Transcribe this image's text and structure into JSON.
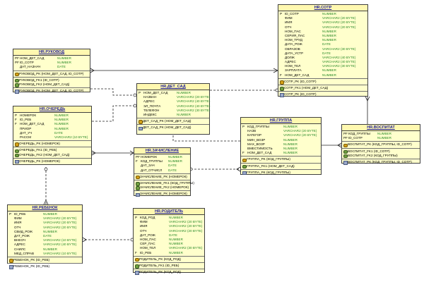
{
  "tables": {
    "hr_sotr": {
      "name": "HR.СОТР",
      "columns": [
        {
          "key": "P",
          "name": "ID_СОТР",
          "type": "NUMBER"
        },
        {
          "key": "",
          "name": "ФИМ",
          "type": "VARCHAR2 (20 BYTE)"
        },
        {
          "key": "",
          "name": "ИМЯ",
          "type": "VARCHAR2 (20 BYTE)"
        },
        {
          "key": "",
          "name": "ОТЧ",
          "type": "VARCHAR2 (20 BYTE)"
        },
        {
          "key": "",
          "name": "НОМ_ПАС",
          "type": "NUMBER"
        },
        {
          "key": "",
          "name": "СЕРИЯ_ПАС",
          "type": "NUMBER"
        },
        {
          "key": "",
          "name": "НОМ_ТРУД",
          "type": "NUMBER"
        },
        {
          "key": "",
          "name": "ДАТА_РОЖ",
          "type": "DATE"
        },
        {
          "key": "",
          "name": "ОБРАЗОВ",
          "type": "VARCHAR2 (30 BYTE)"
        },
        {
          "key": "",
          "name": "ДАТА_УСТР",
          "type": "DATE"
        },
        {
          "key": "",
          "name": "ДОЛЖ",
          "type": "VARCHAR2 (40 BYTE)"
        },
        {
          "key": "",
          "name": "АДРЕС",
          "type": "VARCHAR2 (40 BYTE)"
        },
        {
          "key": "",
          "name": "НОМ_ТЕЛ",
          "type": "VARCHAR2 (30 BYTE)"
        },
        {
          "key": "",
          "name": "ЗАРПЛАТА",
          "type": "NUMBER"
        },
        {
          "key": "F",
          "name": "НОМ_ДЕТ_САД",
          "type": "NUMBER"
        }
      ],
      "pk": [
        "СОТР_PK (ID_СОТР)"
      ],
      "fk": [
        "СОТР_FK1 (НОМ_ДЕТ_САД)"
      ],
      "ix": [
        "СОТР_PK (ID_СОТР)"
      ]
    },
    "hr_rukovod": {
      "name": "HR.РУКОВОД",
      "columns": [
        {
          "key": "PF",
          "name": "НОМ_ДЕТ_САД",
          "type": "NUMBER"
        },
        {
          "key": "PF",
          "name": "ID_СОТР",
          "type": "NUMBER"
        },
        {
          "key": "",
          "name": "ДАТ_НАЗНАЧ",
          "type": "DATE"
        }
      ],
      "pk": [
        "РУКОВОД_PK (НОМ_ДЕТ_САД, ID_СОТР)"
      ],
      "fk": [
        "РУКОВОД_FK1 (ID_СОТР)",
        "РУКОВОД_FK2 (НОМ_ДЕТ_САД)"
      ],
      "ix": [
        "РУКОВОД_PK (НОМ_ДЕТ_САД, ID_СОТР)"
      ]
    },
    "hr_det_sad": {
      "name": "HR.ДЕТ_САД",
      "columns": [
        {
          "key": "P",
          "name": "НОМ_ДЕТ_САД",
          "type": "NUMBER"
        },
        {
          "key": "",
          "name": "НАЗВАН",
          "type": "VARCHAR2 (20 BYTE)"
        },
        {
          "key": "",
          "name": "АДРЕС",
          "type": "VARCHAR2 (40 BYTE)"
        },
        {
          "key": "",
          "name": "ЭЛ_ПОЧТА",
          "type": "VARCHAR2 (40 BYTE)"
        },
        {
          "key": "",
          "name": "ТЕЛЕФОН",
          "type": "VARCHAR2 (30 BYTE)"
        },
        {
          "key": "",
          "name": "ИНДЕКС",
          "type": "NUMBER"
        }
      ],
      "pk": [
        "ДЕТ_САД_PK (НОМ_ДЕТ_САД)"
      ],
      "fk": [],
      "ix": [
        "ДЕТ_САД_PK (НОМ_ДЕТ_САД)"
      ]
    },
    "hr_ochered": {
      "name": "HR.ОЧЕРЕДЬ",
      "columns": [
        {
          "key": "P",
          "name": "НОМЕРОК",
          "type": "NUMBER"
        },
        {
          "key": "F",
          "name": "ID_РЕБ",
          "type": "NUMBER"
        },
        {
          "key": "F",
          "name": "НОМ_ДЕТ_САД",
          "type": "NUMBER"
        },
        {
          "key": "",
          "name": "ПРИОР",
          "type": "NUMBER"
        },
        {
          "key": "",
          "name": "ДАТ_УЧ",
          "type": "DATE"
        },
        {
          "key": "",
          "name": "РАССМ",
          "type": "VARCHAR2 (10 BYTE)"
        }
      ],
      "pk": [
        "ОЧЕРЕДЬ_PK (НОМЕРОК)"
      ],
      "fk": [
        "ОЧЕРЕДЬ_FK1 (ID_РЕБ)",
        "ОЧЕРЕДЬ_FK2 (НОМ_ДЕТ_САД)"
      ],
      "ix": [
        "ОЧЕРЕДЬ_PK (НОМЕРОК)"
      ]
    },
    "hr_zachislenie": {
      "name": "HR.ЗАЧИСЛЕНИЕ",
      "columns": [
        {
          "key": "PF",
          "name": "НОМЕРОК",
          "type": "NUMBER"
        },
        {
          "key": "F",
          "name": "КОД_ГРУППЫ",
          "type": "NUMBER"
        },
        {
          "key": "",
          "name": "ДАТ_ЗАЧ",
          "type": "DATE"
        },
        {
          "key": "",
          "name": "ДАТ_ОТЧИСЛ",
          "type": "DATE"
        }
      ],
      "pk": [
        "ЗАЧИСЛЕНИЕ_PK (НОМЕРОК)"
      ],
      "fk": [
        "ЗАЧИСЛЕНИЕ_FK1 (КОД_ГРУППЫ)",
        "ЗАЧИСЛЕНИЕ_FK2 (НОМЕРОК)"
      ],
      "ix": [
        "ЗАЧИСЛЕНИЕ_PK (НОМЕРОК)"
      ]
    },
    "hr_gruppa": {
      "name": "HR.ГРУППА",
      "columns": [
        {
          "key": "P",
          "name": "КОД_ГРУППЫ",
          "type": "NUMBER"
        },
        {
          "key": "",
          "name": "НАЗВ",
          "type": "VARCHAR2 (20 BYTE)"
        },
        {
          "key": "",
          "name": "КАТЕГОР",
          "type": "VARCHAR2 (20 BYTE)"
        },
        {
          "key": "",
          "name": "МИН_ВОЗР",
          "type": "NUMBER"
        },
        {
          "key": "",
          "name": "МАХ_ВОЗР",
          "type": "NUMBER"
        },
        {
          "key": "",
          "name": "ВМЕСТИМОСТЬ",
          "type": "NUMBER"
        },
        {
          "key": "F",
          "name": "НОМ_ДЕТ_САД",
          "type": "NUMBER"
        }
      ],
      "pk": [
        "ГРУППА_PK (КОД_ГРУППЫ)"
      ],
      "fk": [
        "ГРУППА_FK1 (НОМ_ДЕТ_САД)"
      ],
      "ix": [
        "ГРУППА_PK (КОД_ГРУППЫ)"
      ]
    },
    "hr_vospitat": {
      "name": "HR.ВОСПИТАТ",
      "columns": [
        {
          "key": "PF",
          "name": "КОД_ГРУППЫ",
          "type": "NUMBER"
        },
        {
          "key": "PF",
          "name": "ID_СОТР",
          "type": "NUMBER"
        }
      ],
      "pk": [
        "ВОСПИТАТ_PK (КОД_ГРУППЫ, ID_СОТР)"
      ],
      "fk": [
        "ВОСПИТАТ_FK1 (ID_СОТР)",
        "ВОСПИТАТ_FK2 (КОД_ГРУППЫ)"
      ],
      "ix": [
        "ВОСПИТАТ_PK (КОД_ГРУППЫ, ID_СОТР)"
      ]
    },
    "hr_rebenok": {
      "name": "HR.РЕБЕНОК",
      "columns": [
        {
          "key": "P",
          "name": "ID_РЕБ",
          "type": "NUMBER"
        },
        {
          "key": "",
          "name": "ФИМ",
          "type": "VARCHAR2 (20 BYTE)"
        },
        {
          "key": "",
          "name": "ИМЯ",
          "type": "VARCHAR2 (20 BYTE)"
        },
        {
          "key": "",
          "name": "ОТЧ",
          "type": "VARCHAR2 (20 BYTE)"
        },
        {
          "key": "",
          "name": "СВИД_РОЖ",
          "type": "NUMBER"
        },
        {
          "key": "",
          "name": "ДАТ_РОЖ",
          "type": "DATE"
        },
        {
          "key": "",
          "name": "ВНЕОЧ",
          "type": "VARCHAR2 (10 BYTE)"
        },
        {
          "key": "",
          "name": "АДРЕС",
          "type": "VARCHAR2 (40 BYTE)"
        },
        {
          "key": "",
          "name": "СНИЛС",
          "type": "NUMBER"
        },
        {
          "key": "",
          "name": "МЕД_СПРАВ",
          "type": "VARCHAR2 (10 BYTE)"
        }
      ],
      "pk": [
        "РЕБЕНОК_PK (ID_РЕБ)"
      ],
      "fk": [],
      "ix": [
        "РЕБЕНОК_PK (ID_РЕБ)"
      ]
    },
    "hr_roditel": {
      "name": "HR.РОДИТЕЛЬ",
      "columns": [
        {
          "key": "P",
          "name": "КОД_РОД",
          "type": "NUMBER"
        },
        {
          "key": "",
          "name": "ФИМ",
          "type": "VARCHAR2 (20 BYTE)"
        },
        {
          "key": "",
          "name": "ИМЯ",
          "type": "VARCHAR2 (20 BYTE)"
        },
        {
          "key": "",
          "name": "ОТЧ",
          "type": "VARCHAR2 (20 BYTE)"
        },
        {
          "key": "",
          "name": "ДАТ_РОЖ",
          "type": "DATE"
        },
        {
          "key": "",
          "name": "НОМ_ПАС",
          "type": "NUMBER"
        },
        {
          "key": "",
          "name": "СЕР_ПАС",
          "type": "NUMBER"
        },
        {
          "key": "",
          "name": "НОМ_ТЕЛ",
          "type": "VARCHAR2 (30 BYTE)"
        },
        {
          "key": "F",
          "name": "ID_РЕБ",
          "type": "NUMBER"
        }
      ],
      "pk": [
        "РОДИТЕЛЬ_PK (КОД_РОД)"
      ],
      "fk": [
        "РОДИТЕЛЬ_FK1 (ID_РЕБ)"
      ],
      "ix": [
        "РОДИТЕЛЬ_PK (КОД_РОД)"
      ]
    }
  }
}
